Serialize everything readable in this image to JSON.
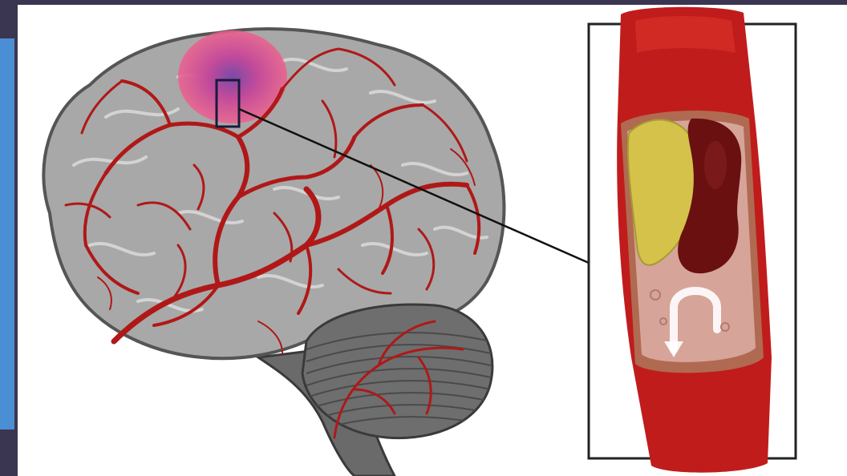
{
  "colors": {
    "page_background": "#ffffff",
    "slide_edge": "#3a3550",
    "slide_accent": "#4a8fd4",
    "brain_tissue": "#a8a8a8",
    "cerebellum": "#6e6e6e",
    "blood_vessel": "#b01818",
    "ischemic_zone": "#e0508a",
    "plaque": "#d4c24a",
    "clot": "#6a1010",
    "vessel_wall": "#c0392b",
    "inset_border": "#222222"
  },
  "illustration": {
    "left_panel": "brain-with-blood-vessels-illustration",
    "right_panel": "artery-cross-section-inset",
    "connector": "zoom-leader-line"
  }
}
